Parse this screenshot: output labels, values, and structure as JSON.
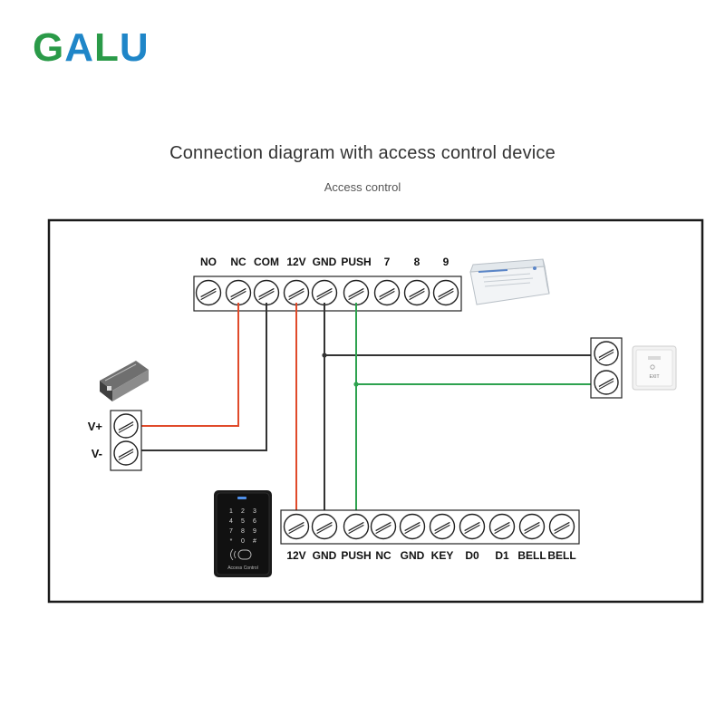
{
  "brand": {
    "logo_text": "GALU",
    "colors": [
      "#2a9a48",
      "#1f86c8",
      "#2a9a48",
      "#1f86c8"
    ]
  },
  "header": {
    "title": "Connection diagram with access control device",
    "subtitle": "Access control"
  },
  "colors": {
    "frame": "#1a1a1a",
    "wire_red": "#e04a2a",
    "wire_black": "#333333",
    "wire_green": "#2ea24f",
    "terminal_fill": "#ffffff",
    "terminal_stroke": "#222222"
  },
  "power_supply": {
    "terminals": [
      "NO",
      "NC",
      "COM",
      "12V",
      "GND",
      "PUSH",
      "7",
      "8",
      "9"
    ]
  },
  "access_controller": {
    "terminals": [
      "12V",
      "GND",
      "PUSH",
      "NC",
      "GND",
      "KEY",
      "D0",
      "D1",
      "BELL",
      "BELL"
    ],
    "keypad_keys": [
      "1",
      "2",
      "3",
      "4",
      "5",
      "6",
      "7",
      "8",
      "9",
      "*",
      "0",
      "#"
    ],
    "device_label": "Access Control"
  },
  "lock": {
    "terminals": [
      "V+",
      "V-"
    ]
  },
  "exit_button": {
    "label": "EXIT"
  }
}
